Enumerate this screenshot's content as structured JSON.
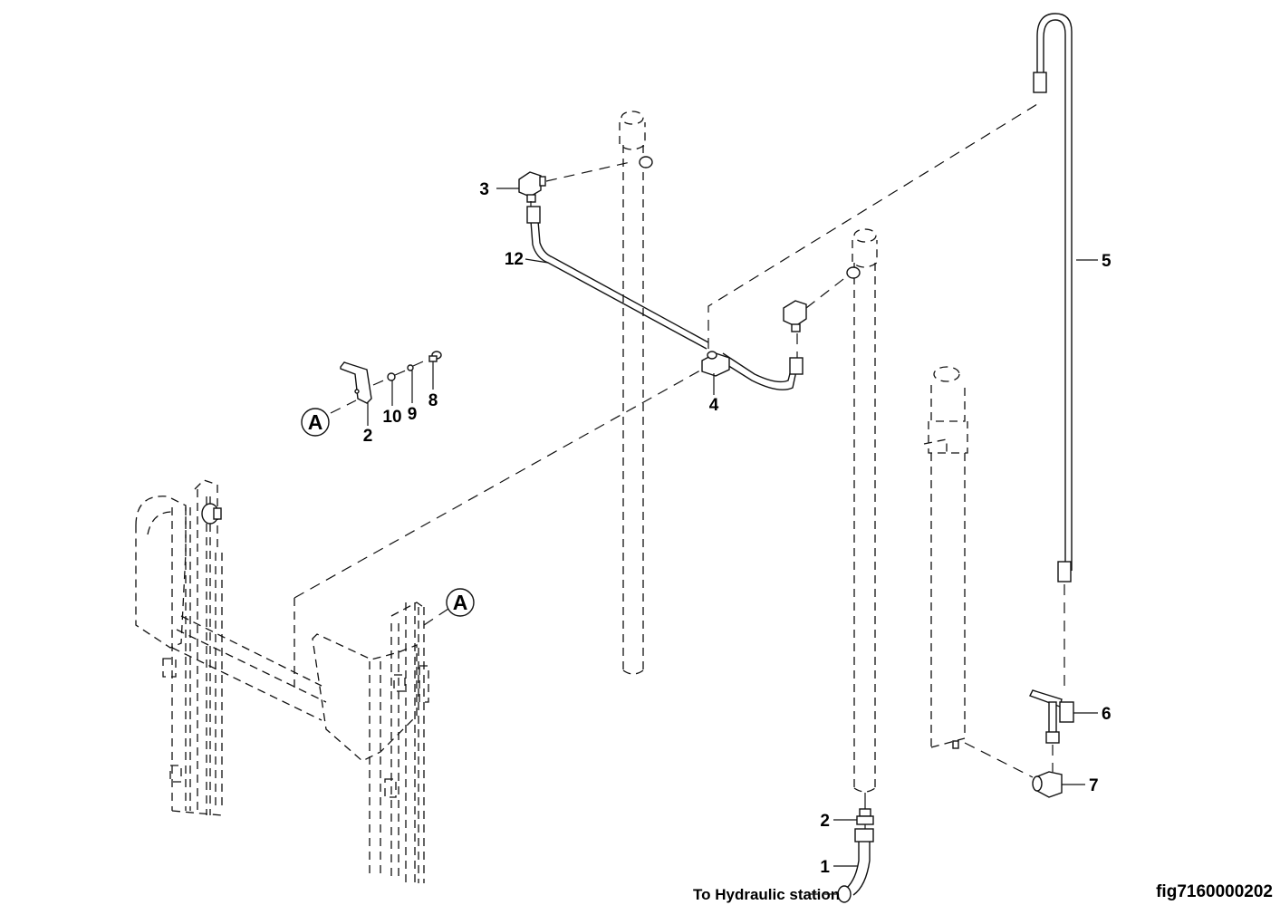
{
  "figure": {
    "id": "fig7160000202",
    "type": "exploded-view parts diagram"
  },
  "callouts": [
    {
      "part": "1",
      "label": "1"
    },
    {
      "part": "2-lower",
      "label": "2"
    },
    {
      "part": "2-bracket",
      "label": "2"
    },
    {
      "part": "3",
      "label": "3"
    },
    {
      "part": "4",
      "label": "4"
    },
    {
      "part": "5",
      "label": "5"
    },
    {
      "part": "6",
      "label": "6"
    },
    {
      "part": "7",
      "label": "7"
    },
    {
      "part": "8",
      "label": "8"
    },
    {
      "part": "9",
      "label": "9"
    },
    {
      "part": "10",
      "label": "10"
    },
    {
      "part": "12",
      "label": "12"
    }
  ],
  "references": [
    {
      "id": "A-detail",
      "label": "A"
    },
    {
      "id": "A-mast",
      "label": "A"
    }
  ],
  "notes": {
    "hydraulic_destination": "To Hydraulic station"
  }
}
